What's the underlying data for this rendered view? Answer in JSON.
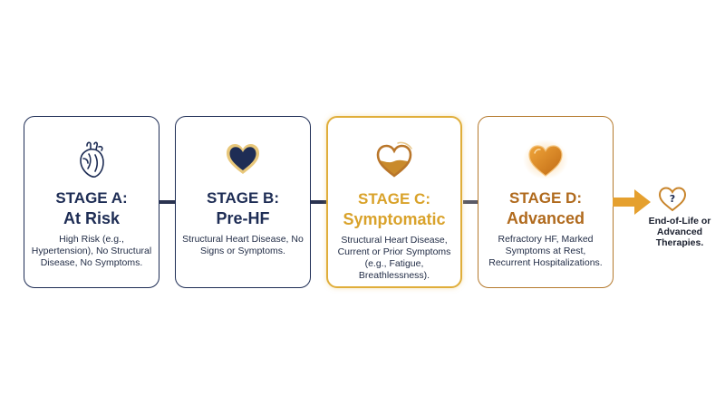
{
  "colors": {
    "navy": "#1e2d55",
    "gold": "#e0ae3a",
    "bronze": "#b06a1d",
    "connector_dark": "#2a3350",
    "arrow": "#e5a02f"
  },
  "stages": [
    {
      "stage": "STAGE A:",
      "title": "At Risk",
      "icon": "anatomical-heart-icon",
      "description": "High Risk (e.g., Hypertension), No Structural Disease, No Symptoms."
    },
    {
      "stage": "STAGE B:",
      "title": "Pre-HF",
      "icon": "filled-heart-icon",
      "description": "Structural Heart Disease, No Signs or Symptoms."
    },
    {
      "stage": "STAGE C:",
      "title": "Symptomatic",
      "icon": "half-filled-heart-icon",
      "description": "Structural Heart Disease, Current or Prior Symptoms (e.g., Fatigue, Breathlessness)."
    },
    {
      "stage": "STAGE D:",
      "title": "Advanced",
      "icon": "glowing-heart-icon",
      "description": "Refractory HF, Marked Symptoms at Rest, Recurrent Hospitalizations."
    }
  ],
  "outcome": {
    "icon": "question-heart-icon",
    "label": "End-of-Life or Advanced Therapies."
  }
}
